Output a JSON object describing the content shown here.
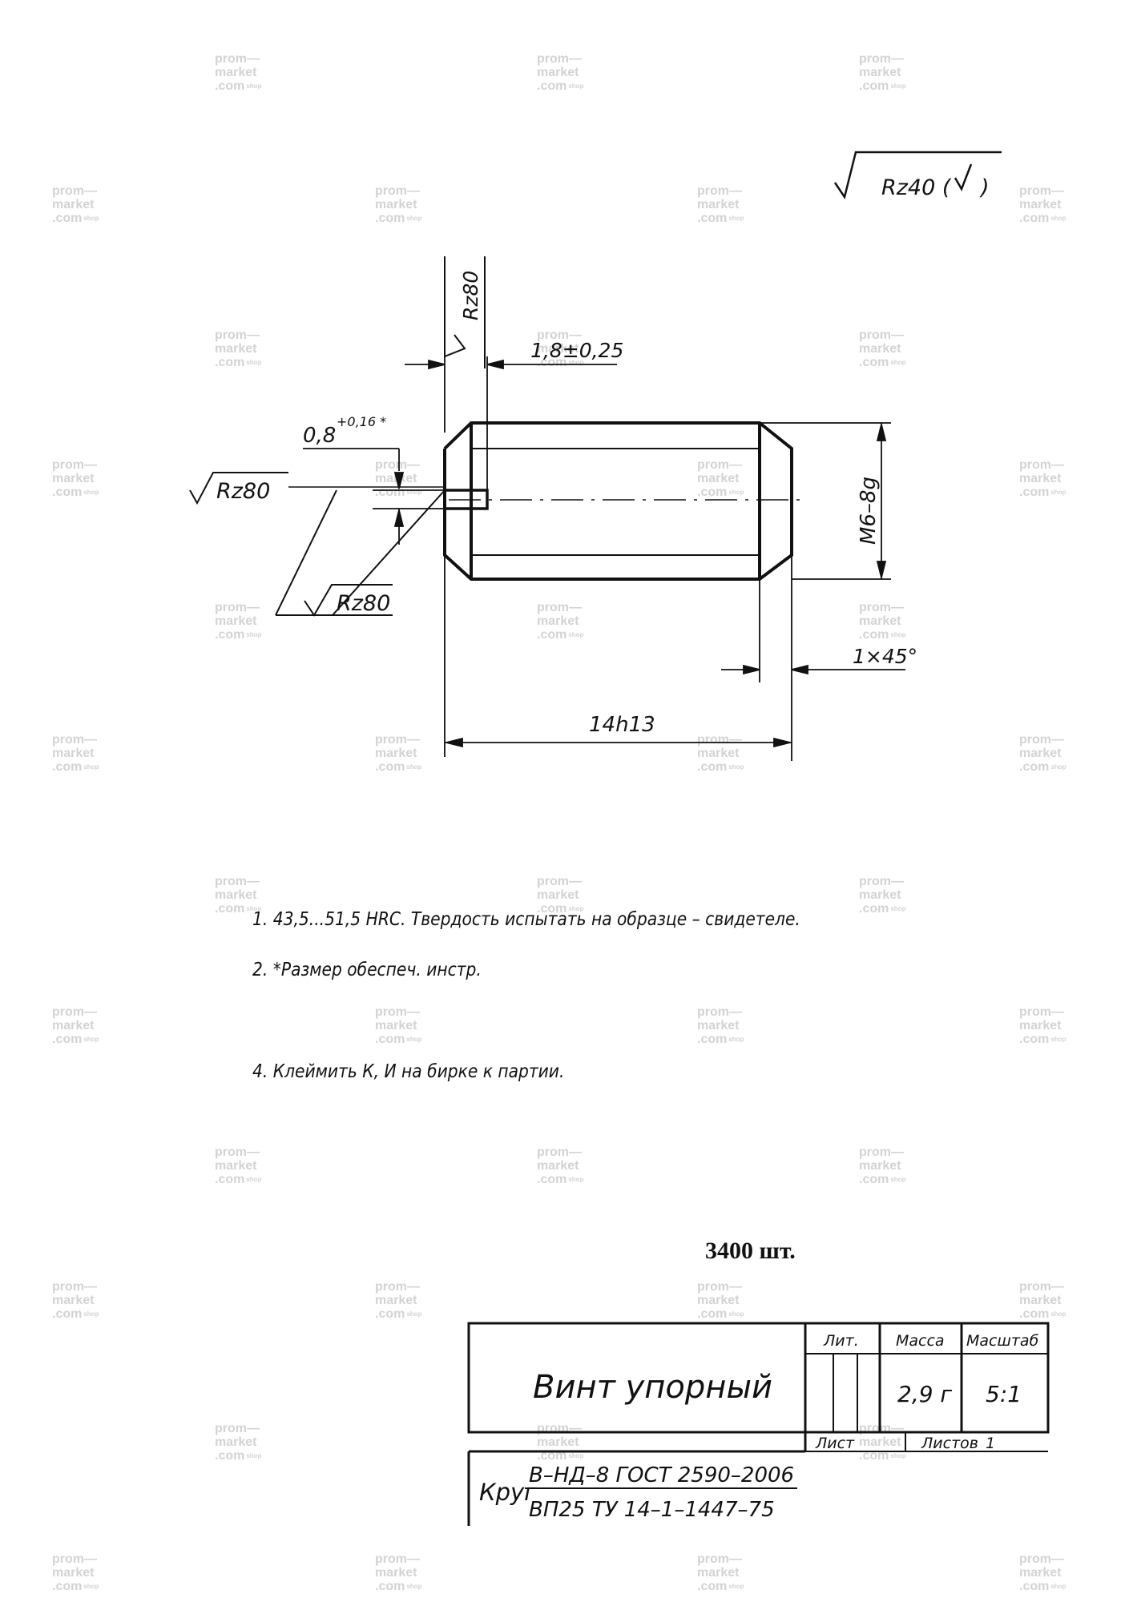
{
  "watermark": {
    "line1": "prom—",
    "line2": "market",
    "line3": ".com",
    "suffix": "shop"
  },
  "drawing": {
    "roughness_general": "Rz40 (",
    "roughness_top": "Rz80",
    "roughness_left": "Rz80",
    "roughness_bottom": "Rz80",
    "dim_slot_width": "1,8±0,25",
    "dim_slot_depth": "0,8",
    "dim_slot_depth_tol": "+0,16 *",
    "dim_thread": "M6–8g",
    "dim_chamfer": "1×45°",
    "dim_length": "14h13"
  },
  "notes": [
    "1. 43,5...51,5 HRC. Твердость испытать на образце – свидетеле.",
    "2. *Размер обеспеч. инстр.",
    "4. Клеймить К, И на бирке к партии."
  ],
  "quantity": "3400 шт.",
  "title_block": {
    "name": "Винт упорный",
    "lit_header": "Лит.",
    "mass_header": "Масса",
    "scale_header": "Масштаб",
    "mass": "2,9 г",
    "scale": "5:1",
    "sheet_label": "Лист",
    "sheets_label": "Листов",
    "sheets": "1",
    "material_prefix": "Круг",
    "material_top": "В–НД–8 ГОСТ 2590–2006",
    "material_bottom": "ВП25 ТУ 14–1–1447–75"
  }
}
